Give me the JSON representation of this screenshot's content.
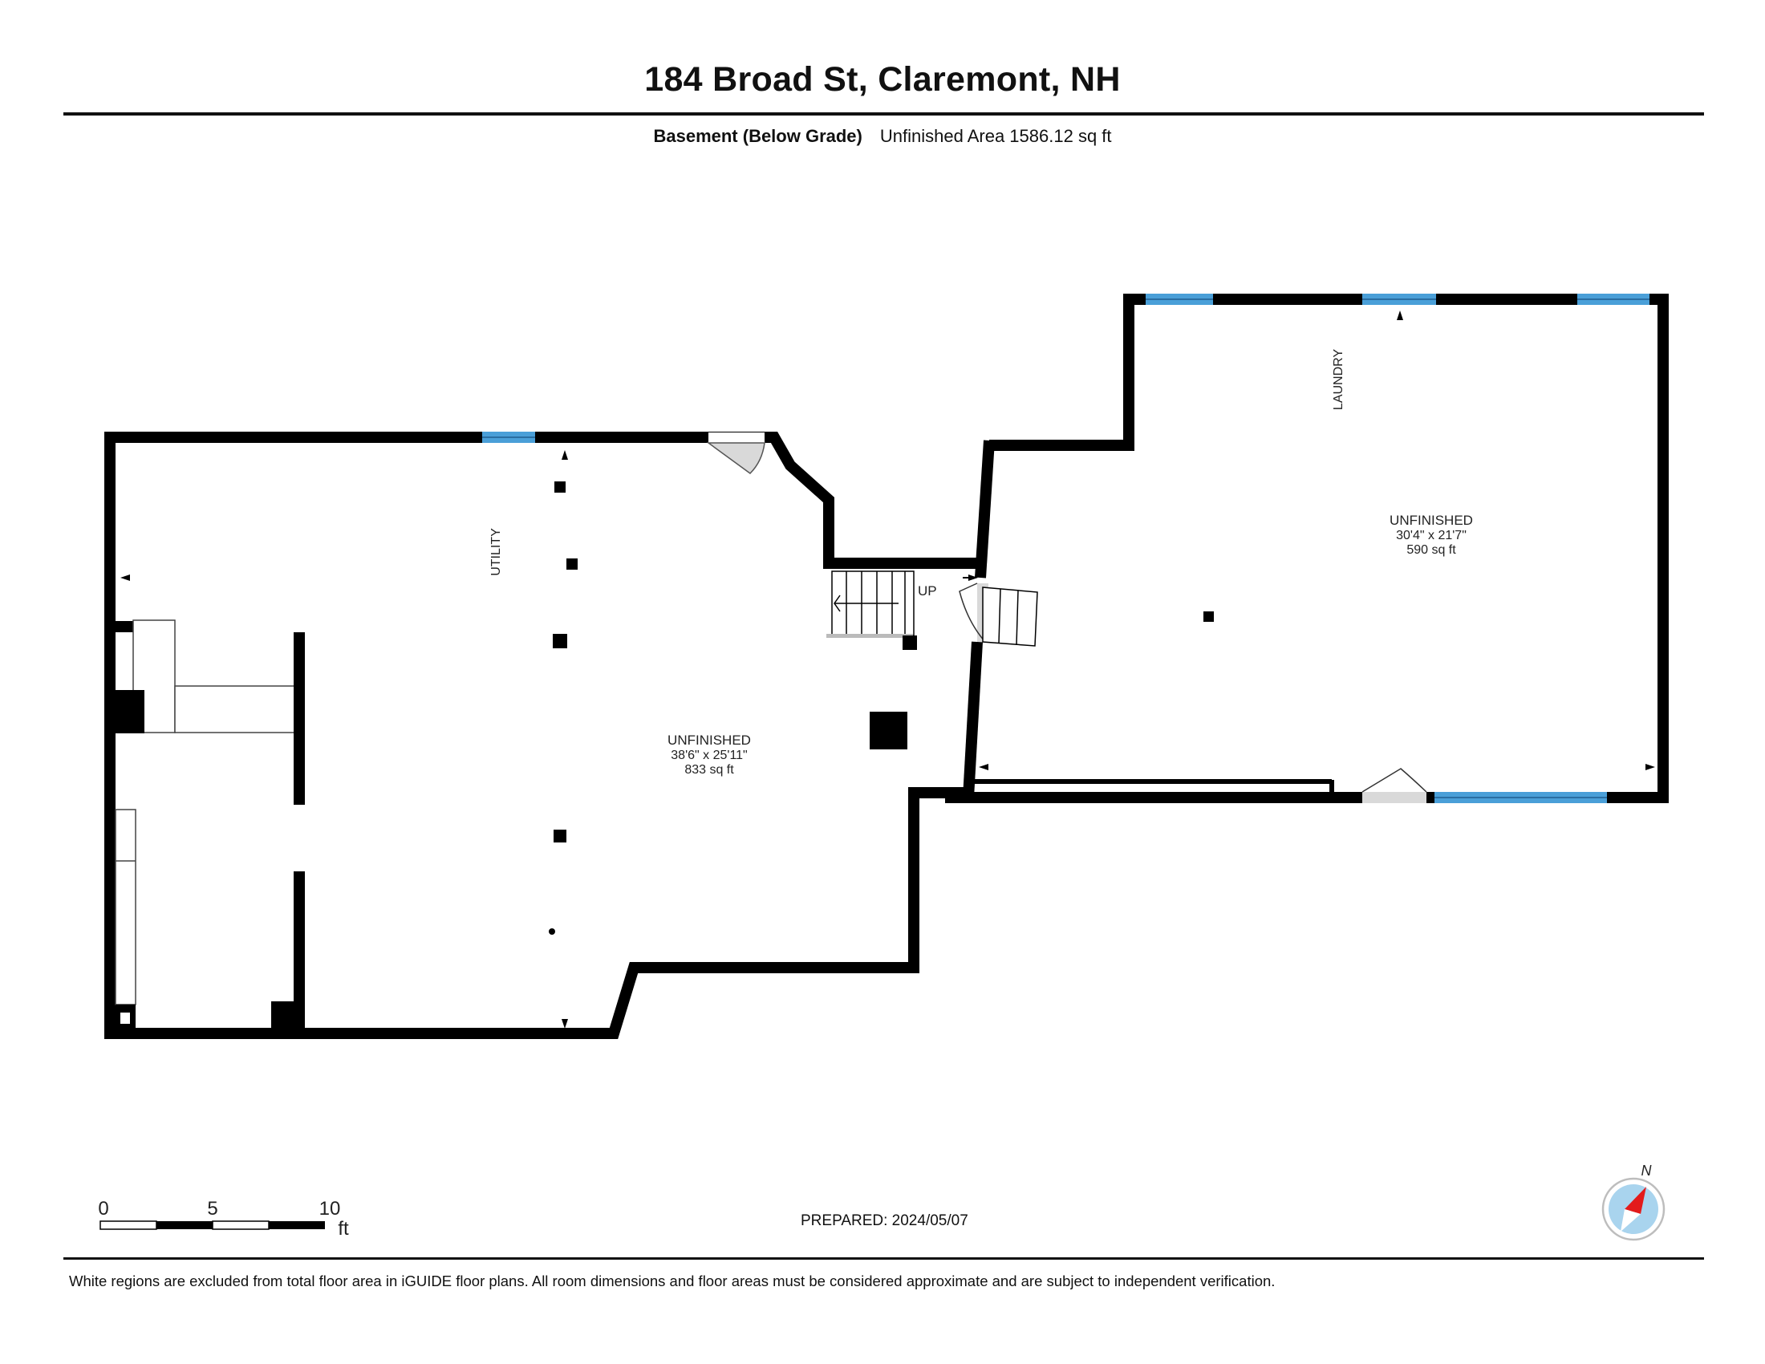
{
  "header": {
    "title": "184 Broad St, Claremont, NH",
    "floor_name": "Basement (Below Grade)",
    "area_summary": "Unfinished Area 1586.12 sq ft"
  },
  "rooms": {
    "left": {
      "name": "UNFINISHED",
      "dimensions": "38'6\" x 25'11\"",
      "area": "833 sq ft",
      "label": "UTILITY"
    },
    "right": {
      "name": "UNFINISHED",
      "dimensions": "30'4\" x 21'7\"",
      "area": "590 sq ft",
      "label": "LAUNDRY"
    },
    "stairs": {
      "label": "UP"
    }
  },
  "scale_bar": {
    "labels": [
      "0",
      "5",
      "10"
    ],
    "unit": "ft"
  },
  "compass": {
    "label": "N"
  },
  "footer": {
    "prepared": "PREPARED: 2024/05/07",
    "disclaimer": "White regions are excluded from total floor area in iGUIDE floor plans. All room dimensions and floor areas must be considered approximate and are subject to independent verification."
  },
  "colors": {
    "wall": "#000000",
    "window": "#4a9fd8",
    "door_swing": "#d9d9d9",
    "compass_ring": "#a9d4ee",
    "compass_needle": "#e31b1b"
  }
}
